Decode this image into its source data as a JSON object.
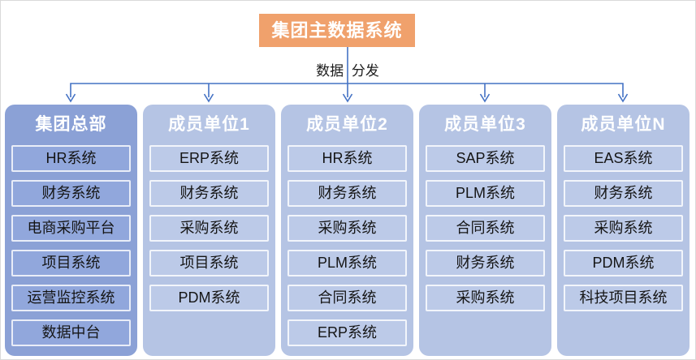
{
  "root": {
    "label": "集团主数据系统"
  },
  "distribution_label": "数据 分发",
  "columns": [
    {
      "header": "集团总部",
      "variant": "dark",
      "items": [
        "HR系统",
        "财务系统",
        "电商采购平台",
        "项目系统",
        "运营监控系统",
        "数据中台"
      ]
    },
    {
      "header": "成员单位1",
      "variant": "light",
      "items": [
        "ERP系统",
        "财务系统",
        "采购系统",
        "项目系统",
        "PDM系统"
      ]
    },
    {
      "header": "成员单位2",
      "variant": "light",
      "items": [
        "HR系统",
        "财务系统",
        "采购系统",
        "PLM系统",
        "合同系统",
        "ERP系统"
      ]
    },
    {
      "header": "成员单位3",
      "variant": "light",
      "items": [
        "SAP系统",
        "PLM系统",
        "合同系统",
        "财务系统",
        "采购系统"
      ]
    },
    {
      "header": "成员单位N",
      "variant": "light",
      "items": [
        "EAS系统",
        "财务系统",
        "采购系统",
        "PDM系统",
        "科技项目系统"
      ]
    }
  ],
  "colors": {
    "root_fill": "#F0A16C",
    "connector_line": "#4472C4",
    "column_dark": "#8BA1D6",
    "column_light": "#B5C4E4",
    "item_dark": "#91A7DC",
    "item_light": "#BCCAE8",
    "item_border": "#E8EDF6",
    "text_dark": "#151515",
    "text_light": "#FFFFFF"
  }
}
